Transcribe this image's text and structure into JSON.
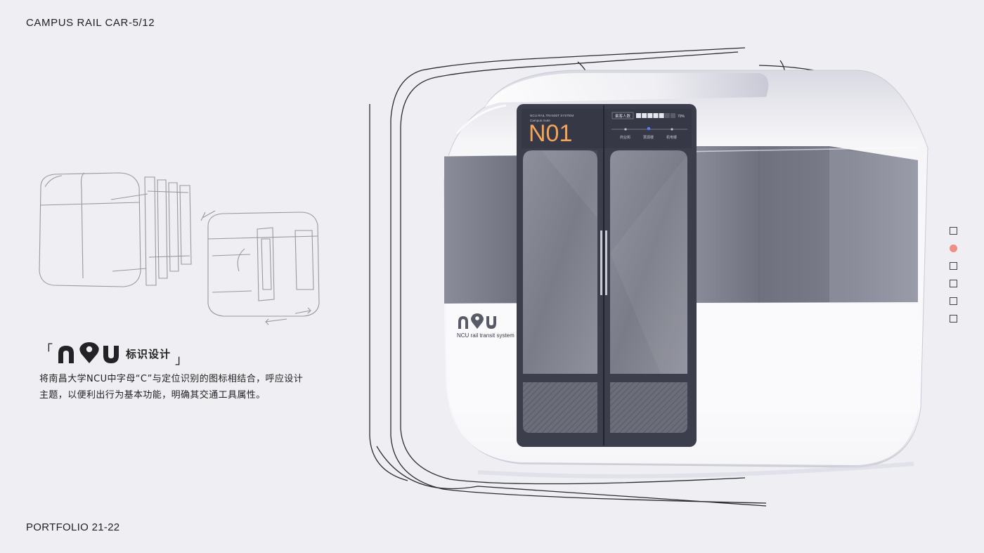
{
  "header": {
    "title": "CAMPUS RAIL CAR-5/12"
  },
  "footer": {
    "title": "PORTFOLIO 21-22"
  },
  "brand": {
    "bracket_open": "「",
    "bracket_close": "」",
    "label": "标识设计",
    "logo_name": "NCU"
  },
  "description": {
    "line1": "将南昌大学NCU中字母“C”与定位识别的图标相结合，呼应设计",
    "line2": "主题，以便利出行为基本功能，明确其交通工具属性。"
  },
  "vehicle": {
    "body_logo_tagline": "NCU rail transit system",
    "door_display": {
      "system_name": "NCU RAIL TRANSIT SYSTEM",
      "route": "Campus route",
      "car_number": "N01",
      "capacity_label": "乘客人数",
      "capacity_percent": "70%",
      "capacity_fill": 0.7,
      "stops": [
        "商业街",
        "慧源楼",
        "机电楼"
      ]
    }
  },
  "pager": {
    "count": 6,
    "active_index": 1,
    "accent_color": "#f08e84"
  },
  "colors": {
    "background": "#eeeef3",
    "door_frame": "#3c3e4c",
    "car_number": "#f2a55a"
  }
}
